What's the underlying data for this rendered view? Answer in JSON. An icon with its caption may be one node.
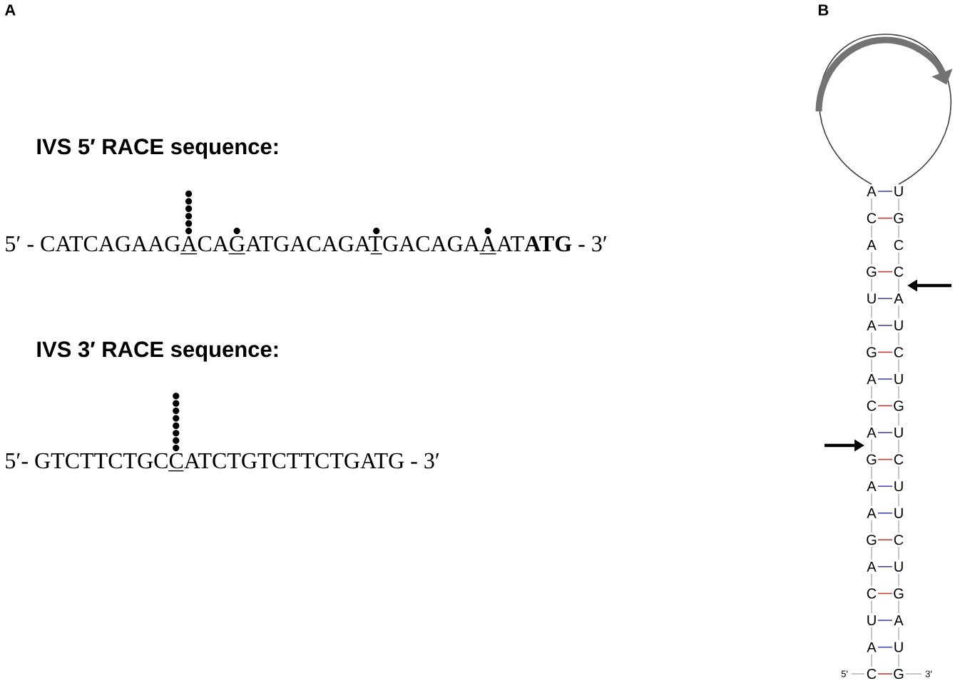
{
  "diagram": {
    "labels": [
      "A",
      "B",
      "IVS 5′ RACE sequence:",
      "5′ - CATCAGAAGACAGATGACAGATGACAGAAAT**ATG** - 3′",
      "IVS 3′ RACE sequence:",
      "5′- GTCTTCTGCCATCTGTCTTCTGATG - 3′",
      "A",
      "U",
      "C",
      "G",
      "A",
      "C",
      "G",
      "C",
      "U",
      "A",
      "A",
      "U",
      "G",
      "C",
      "A",
      "U",
      "C",
      "G",
      "A",
      "U",
      "G",
      "C",
      "A",
      "U",
      "A",
      "U",
      "G",
      "C",
      "A",
      "U",
      "C",
      "G",
      "U",
      "A",
      "A",
      "U",
      "5′",
      "C",
      "G",
      "3′"
    ]
  }
}
